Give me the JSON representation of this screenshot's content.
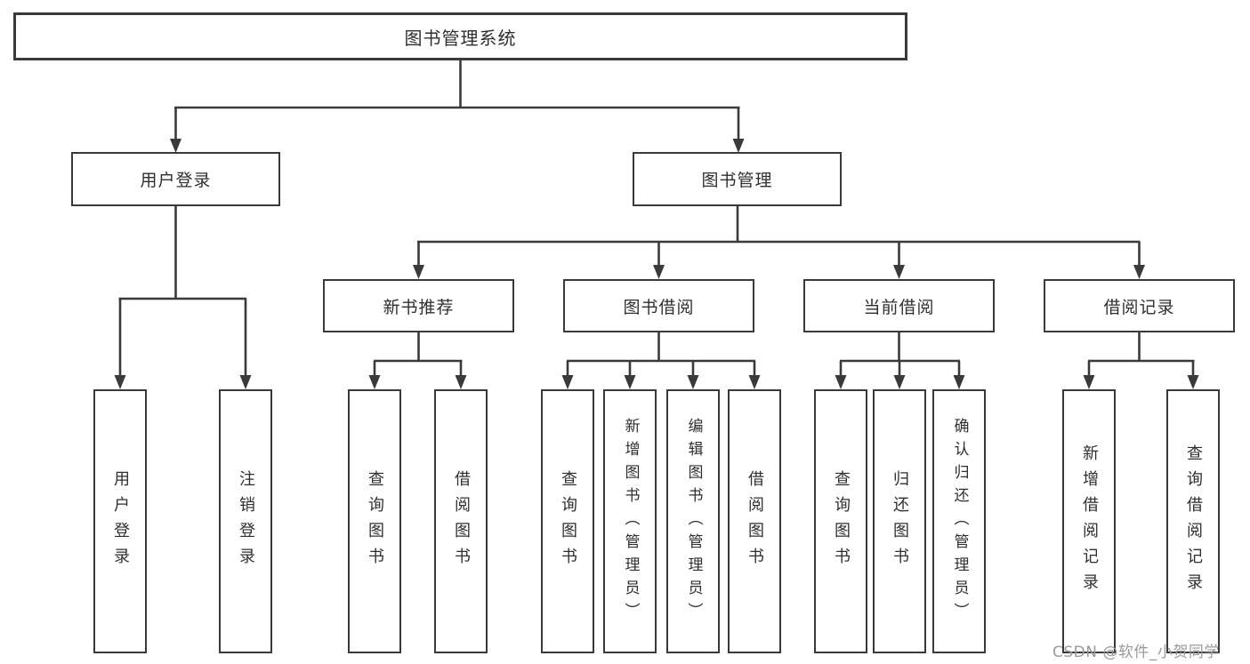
{
  "diagram": {
    "type": "hierarchy-tree",
    "tree": {
      "label": "图书管理系统",
      "children": [
        {
          "label": "用户登录",
          "children": [
            {
              "label": "用户登录"
            },
            {
              "label": "注销登录"
            }
          ]
        },
        {
          "label": "图书管理",
          "children": [
            {
              "label": "新书推荐",
              "children": [
                {
                  "label": "查询图书"
                },
                {
                  "label": "借阅图书"
                }
              ]
            },
            {
              "label": "图书借阅",
              "children": [
                {
                  "label": "查询图书"
                },
                {
                  "label": "新增图书（管理员）"
                },
                {
                  "label": "编辑图书（管理员）"
                },
                {
                  "label": "借阅图书"
                }
              ]
            },
            {
              "label": "当前借阅",
              "children": [
                {
                  "label": "查询图书"
                },
                {
                  "label": "归还图书"
                },
                {
                  "label": "确认归还（管理员）"
                }
              ]
            },
            {
              "label": "借阅记录",
              "children": [
                {
                  "label": "新增借阅记录"
                },
                {
                  "label": "查询借阅记录"
                }
              ]
            }
          ]
        }
      ]
    },
    "colors": {
      "line": "#3a3a3a",
      "box_border": "#3a3a3a",
      "box_fill": "#ffffff",
      "text": "#2f2f2f",
      "watermark": "#9a9a9a",
      "background": "#ffffff"
    }
  },
  "watermark": {
    "text": "CSDN @软件_小贺同学"
  }
}
